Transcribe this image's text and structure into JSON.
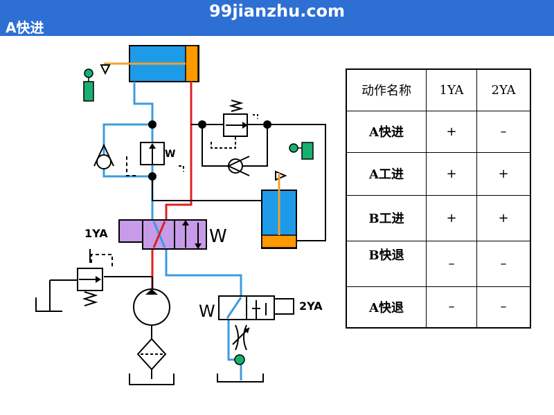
{
  "header": {
    "title": "A快进",
    "watermark": "99jianzhu.com"
  },
  "diagram": {
    "labels": {
      "solenoid_1": "1YA",
      "solenoid_2": "2YA",
      "spring_1": "W",
      "spring_2": "W",
      "spring_3": "W"
    },
    "colors": {
      "pressure_line": "#e02020",
      "return_line": "#3c9be0",
      "cylinder_body": "#1e9be8",
      "piston": "#ff9900",
      "solenoid_fill": "#c79be8",
      "sensor_green": "#18b070",
      "ground_line": "#1e50b0",
      "header_blue": "#2e6fd3"
    }
  },
  "table": {
    "header": [
      "动作名称",
      "1YA",
      "2YA"
    ],
    "rows": [
      {
        "name": "A快进",
        "c1": "+",
        "c2": "–"
      },
      {
        "name": "A工进",
        "c1": "+",
        "c2": "+"
      },
      {
        "name": "B工进",
        "c1": "+",
        "c2": "+"
      },
      {
        "name": "B快退",
        "c1": "–",
        "c2": "–"
      },
      {
        "name": "A快退",
        "c1": "–",
        "c2": "–"
      }
    ]
  }
}
